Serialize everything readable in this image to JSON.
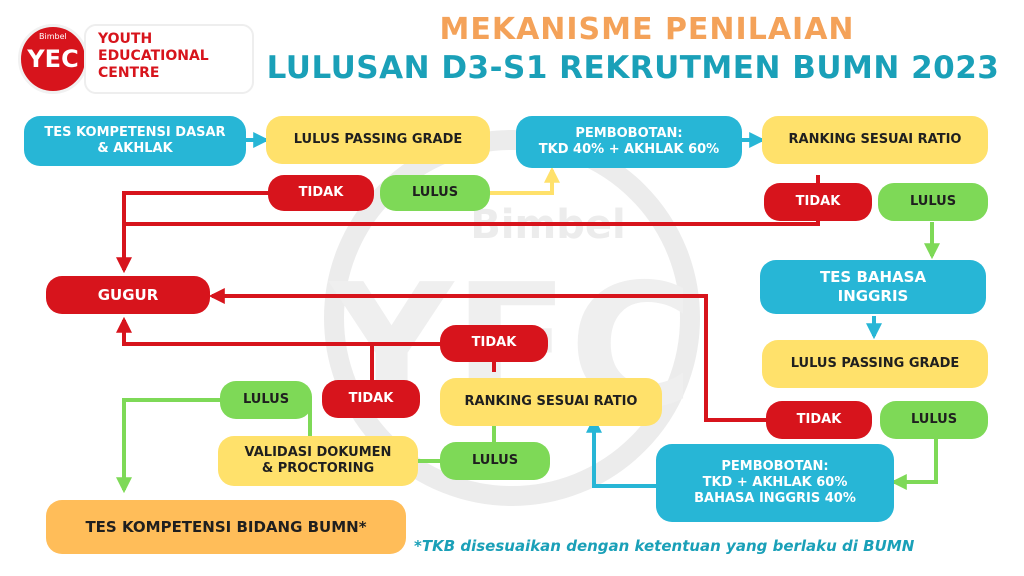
{
  "logo": {
    "small": "Bimbel",
    "mark": "YEC",
    "lines": [
      "YOUTH",
      "EDUCATIONAL",
      "CENTRE"
    ]
  },
  "title": {
    "line1": "MEKANISME PENILAIAN",
    "line2": "LULUSAN D3-S1 REKRUTMEN BUMN 2023"
  },
  "watermark": "Bimbel",
  "nodes": {
    "tes_kompetensi_dasar": "TES KOMPETENSI DASAR\n& AKHLAK",
    "lulus_passing_grade_1": "LULUS PASSING GRADE",
    "tidak_1": "TIDAK",
    "lulus_1": "LULUS",
    "pembobotan_1": "PEMBOBOTAN:\nTKD 40% + AKHLAK 60%",
    "ranking_1": "RANKING SESUAI RATIO",
    "tidak_2": "TIDAK",
    "lulus_2": "LULUS",
    "gugur": "GUGUR",
    "tes_bahasa_inggris": "TES BAHASA\nINGGRIS",
    "lulus_passing_grade_2": "LULUS PASSING GRADE",
    "tidak_3": "TIDAK",
    "lulus_3": "LULUS",
    "pembobotan_2": "PEMBOBOTAN:\nTKD + AKHLAK 60%\nBAHASA INGGRIS 40%",
    "ranking_2": "RANKING SESUAI RATIO",
    "tidak_4": "TIDAK",
    "lulus_4": "LULUS",
    "validasi": "VALIDASI DOKUMEN\n& PROCTORING",
    "tidak_5": "TIDAK",
    "lulus_5": "LULUS",
    "tes_kompetensi_bidang": "TES KOMPETENSI BIDANG BUMN*"
  },
  "footnote": "*TKB disesuaikan dengan ketentuan yang berlaku di BUMN",
  "colors": {
    "blue": "#27b6d6",
    "yellow": "#ffe16b",
    "red": "#d7141c",
    "green": "#7ed957",
    "orange": "#ffbd59",
    "title_orange": "#f4a259",
    "title_teal": "#1aa0b8"
  }
}
